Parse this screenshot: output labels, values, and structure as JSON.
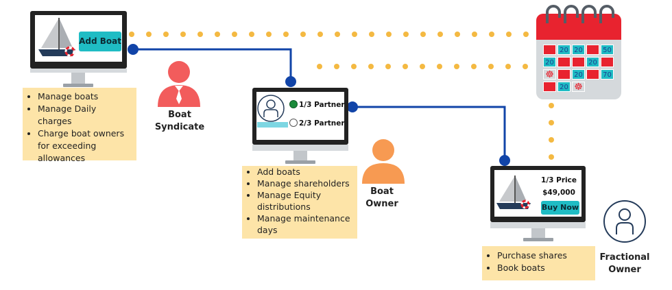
{
  "colors": {
    "accent_blue": "#1144a8",
    "dot_orange": "#f4b942",
    "teal": "#1fbcc4",
    "note_bg": "#fde4a8",
    "person_red": "#f25c5c",
    "person_orange": "#f79a52",
    "calendar_red": "#e8232f",
    "monitor_dark": "#222222"
  },
  "syndicate": {
    "add_boat_label": "Add Boat",
    "role_line1": "Boat",
    "role_line2": "Syndicate",
    "tasks": [
      "Manage boats",
      "Manage Daily charges",
      "Charge boat owners for exceeding allowances"
    ]
  },
  "owner": {
    "partner_1": "1/3 Partner",
    "partner_2": "2/3 Partner",
    "role_line1": "Boat",
    "role_line2": "Owner",
    "tasks": [
      "Add boats",
      "Manage shareholders",
      "Manage Equity distributions",
      "Manage maintenance days"
    ]
  },
  "fractional": {
    "price_label": "1/3 Price",
    "price_value": "$49,000",
    "buy_label": "Buy Now",
    "role_line1": "Fractional",
    "role_line2": "Owner",
    "tasks": [
      "Purchase shares",
      "Book boats"
    ]
  },
  "calendar": {
    "cells": [
      "",
      "20",
      "20",
      "",
      "50",
      "20",
      "",
      "",
      "20",
      "",
      "gear",
      "",
      "20",
      "",
      "70",
      "",
      "20",
      "gear"
    ]
  }
}
